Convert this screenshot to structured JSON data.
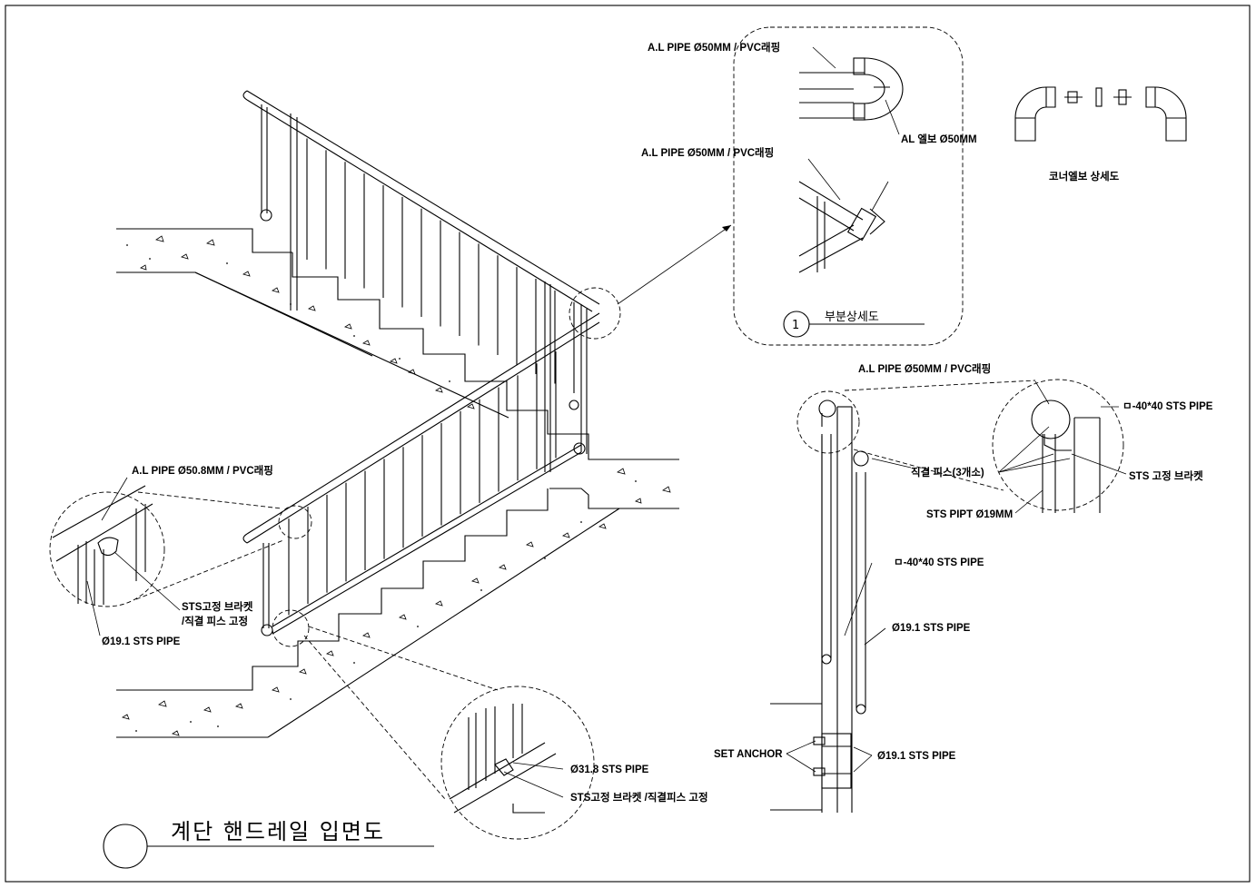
{
  "title": "계단 핸드레일 입면도",
  "main_elevation": {
    "callout_top": "A.L PIPE Ø50.8MM / PVC래핑",
    "callout_bracket": "STS고정 브라켓",
    "callout_bracket_2": "/직결 피스 고정",
    "callout_pipe": "Ø19.1 STS PIPE",
    "callout_bottom_pipe": "Ø31.8 STS PIPE",
    "callout_bottom_bracket": "STS고정 브라켓 /직결피스 고정"
  },
  "partial_detail": {
    "label_top": "A.L PIPE Ø50MM / PVC래핑",
    "label_elbow": "AL 엘보 Ø50MM",
    "label_mid": "A.L PIPE Ø50MM / PVC래핑",
    "number": "1",
    "caption": "부분상세도"
  },
  "corner_elbow": {
    "caption": "코너엘보 상세도"
  },
  "section": {
    "label_top": "A.L PIPE Ø50MM / PVC래핑",
    "label_sq_pipe_top": "ㅁ-40*40 STS PIPE",
    "label_screw": "직결 피스(3개소)",
    "label_bracket": "STS 고정 브라켓",
    "label_stspipt": "STS PIPT Ø19MM",
    "label_sq_pipe": "ㅁ-40*40 STS PIPE",
    "label_pipe191": "Ø19.1 STS PIPE",
    "label_anchor": "SET ANCHOR",
    "label_pipe191_b": "Ø19.1 STS PIPE"
  }
}
